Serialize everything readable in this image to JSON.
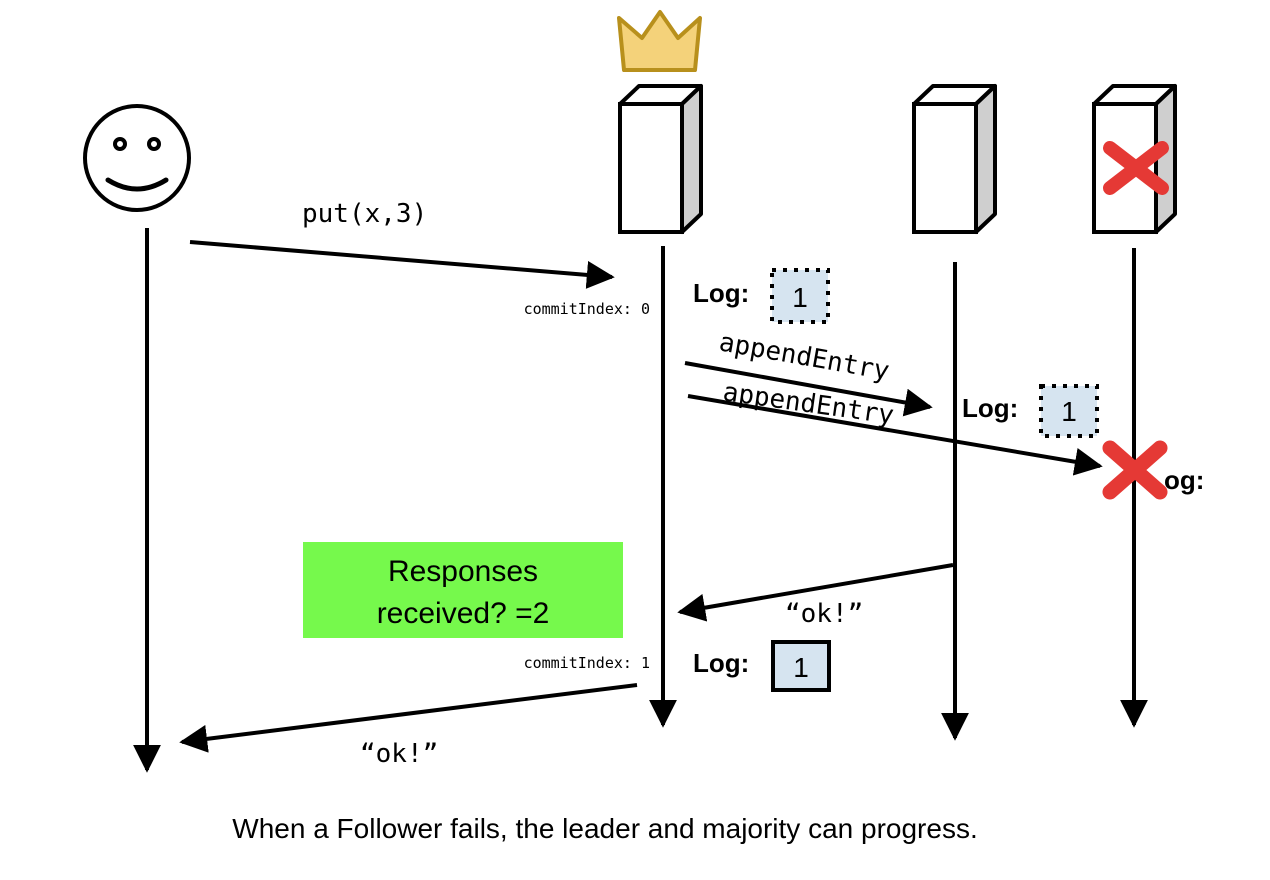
{
  "client": {
    "request": "put(x,3)",
    "reply": "“ok!”"
  },
  "leader": {
    "commit_before": "commitIndex: 0",
    "commit_after": "commitIndex: 1",
    "log_label": "Log:",
    "log_entry": "1",
    "log_entry_committed": "1"
  },
  "messages": {
    "append_1": "appendEntry",
    "append_2": "appendEntry",
    "follower_reply": "“ok!”"
  },
  "follower": {
    "log_label": "Log:",
    "log_entry": "1"
  },
  "failed_follower": {
    "log_label_partial": "og:"
  },
  "status_box": {
    "line1": "Responses",
    "line2": "received? =2"
  },
  "caption": "When a Follower fails, the leader and majority can progress.",
  "colors": {
    "crown": "#f4d27a",
    "crown_stroke": "#b8901c",
    "cross": "#e53935",
    "log_fill": "#d6e4f0",
    "status_fill": "#76f94c",
    "server_side": "#cfcfcf"
  }
}
